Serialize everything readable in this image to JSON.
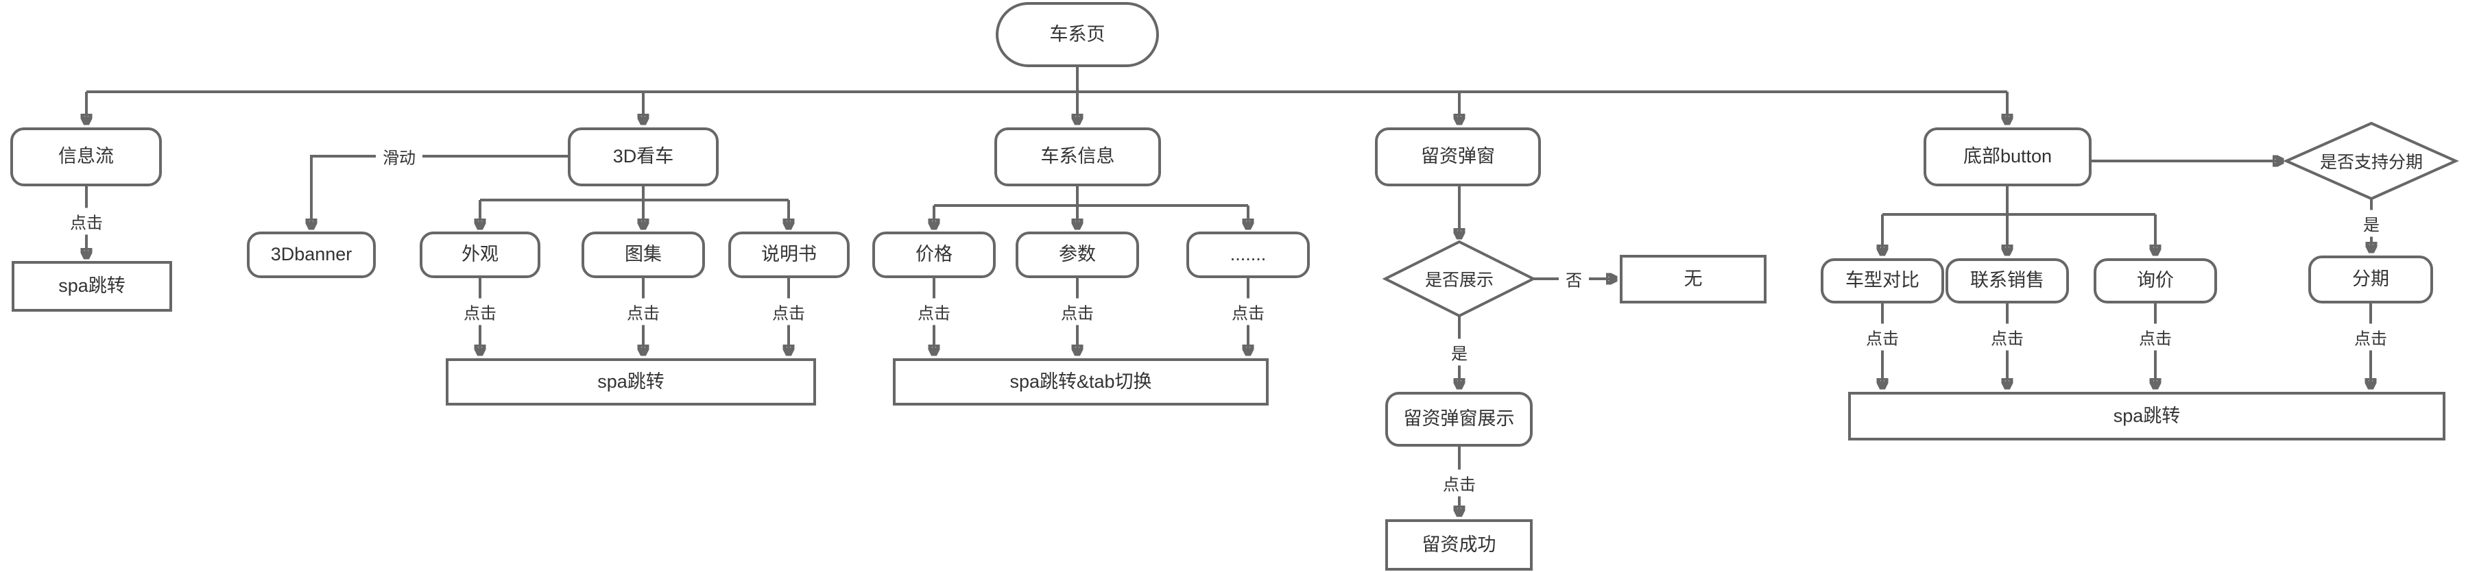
{
  "colors": {
    "line": "#676767",
    "text": "#333333",
    "background": "#ffffff"
  },
  "labels": {
    "click": "点击",
    "swipe": "滑动",
    "yes": "是",
    "no": "否"
  },
  "nodes": {
    "root": "车系页",
    "info_flow": "信息流",
    "info_flow_result": "spa跳转",
    "view3d": "3D看车",
    "banner3d": "3Dbanner",
    "exterior": "外观",
    "gallery": "图集",
    "manual": "说明书",
    "view3d_result": "spa跳转",
    "series_info": "车系信息",
    "price": "价格",
    "params": "参数",
    "more": ".......",
    "series_info_result": "spa跳转&tab切换",
    "lead_popup": "留资弹窗",
    "lead_decision": "是否展示",
    "lead_none": "无",
    "lead_shown": "留资弹窗展示",
    "lead_success": "留资成功",
    "bottom_button": "底部button",
    "compare": "车型对比",
    "contact_sales": "联系销售",
    "inquiry": "询价",
    "installment_decision": "是否支持分期",
    "installment": "分期",
    "bottom_result": "spa跳转"
  }
}
